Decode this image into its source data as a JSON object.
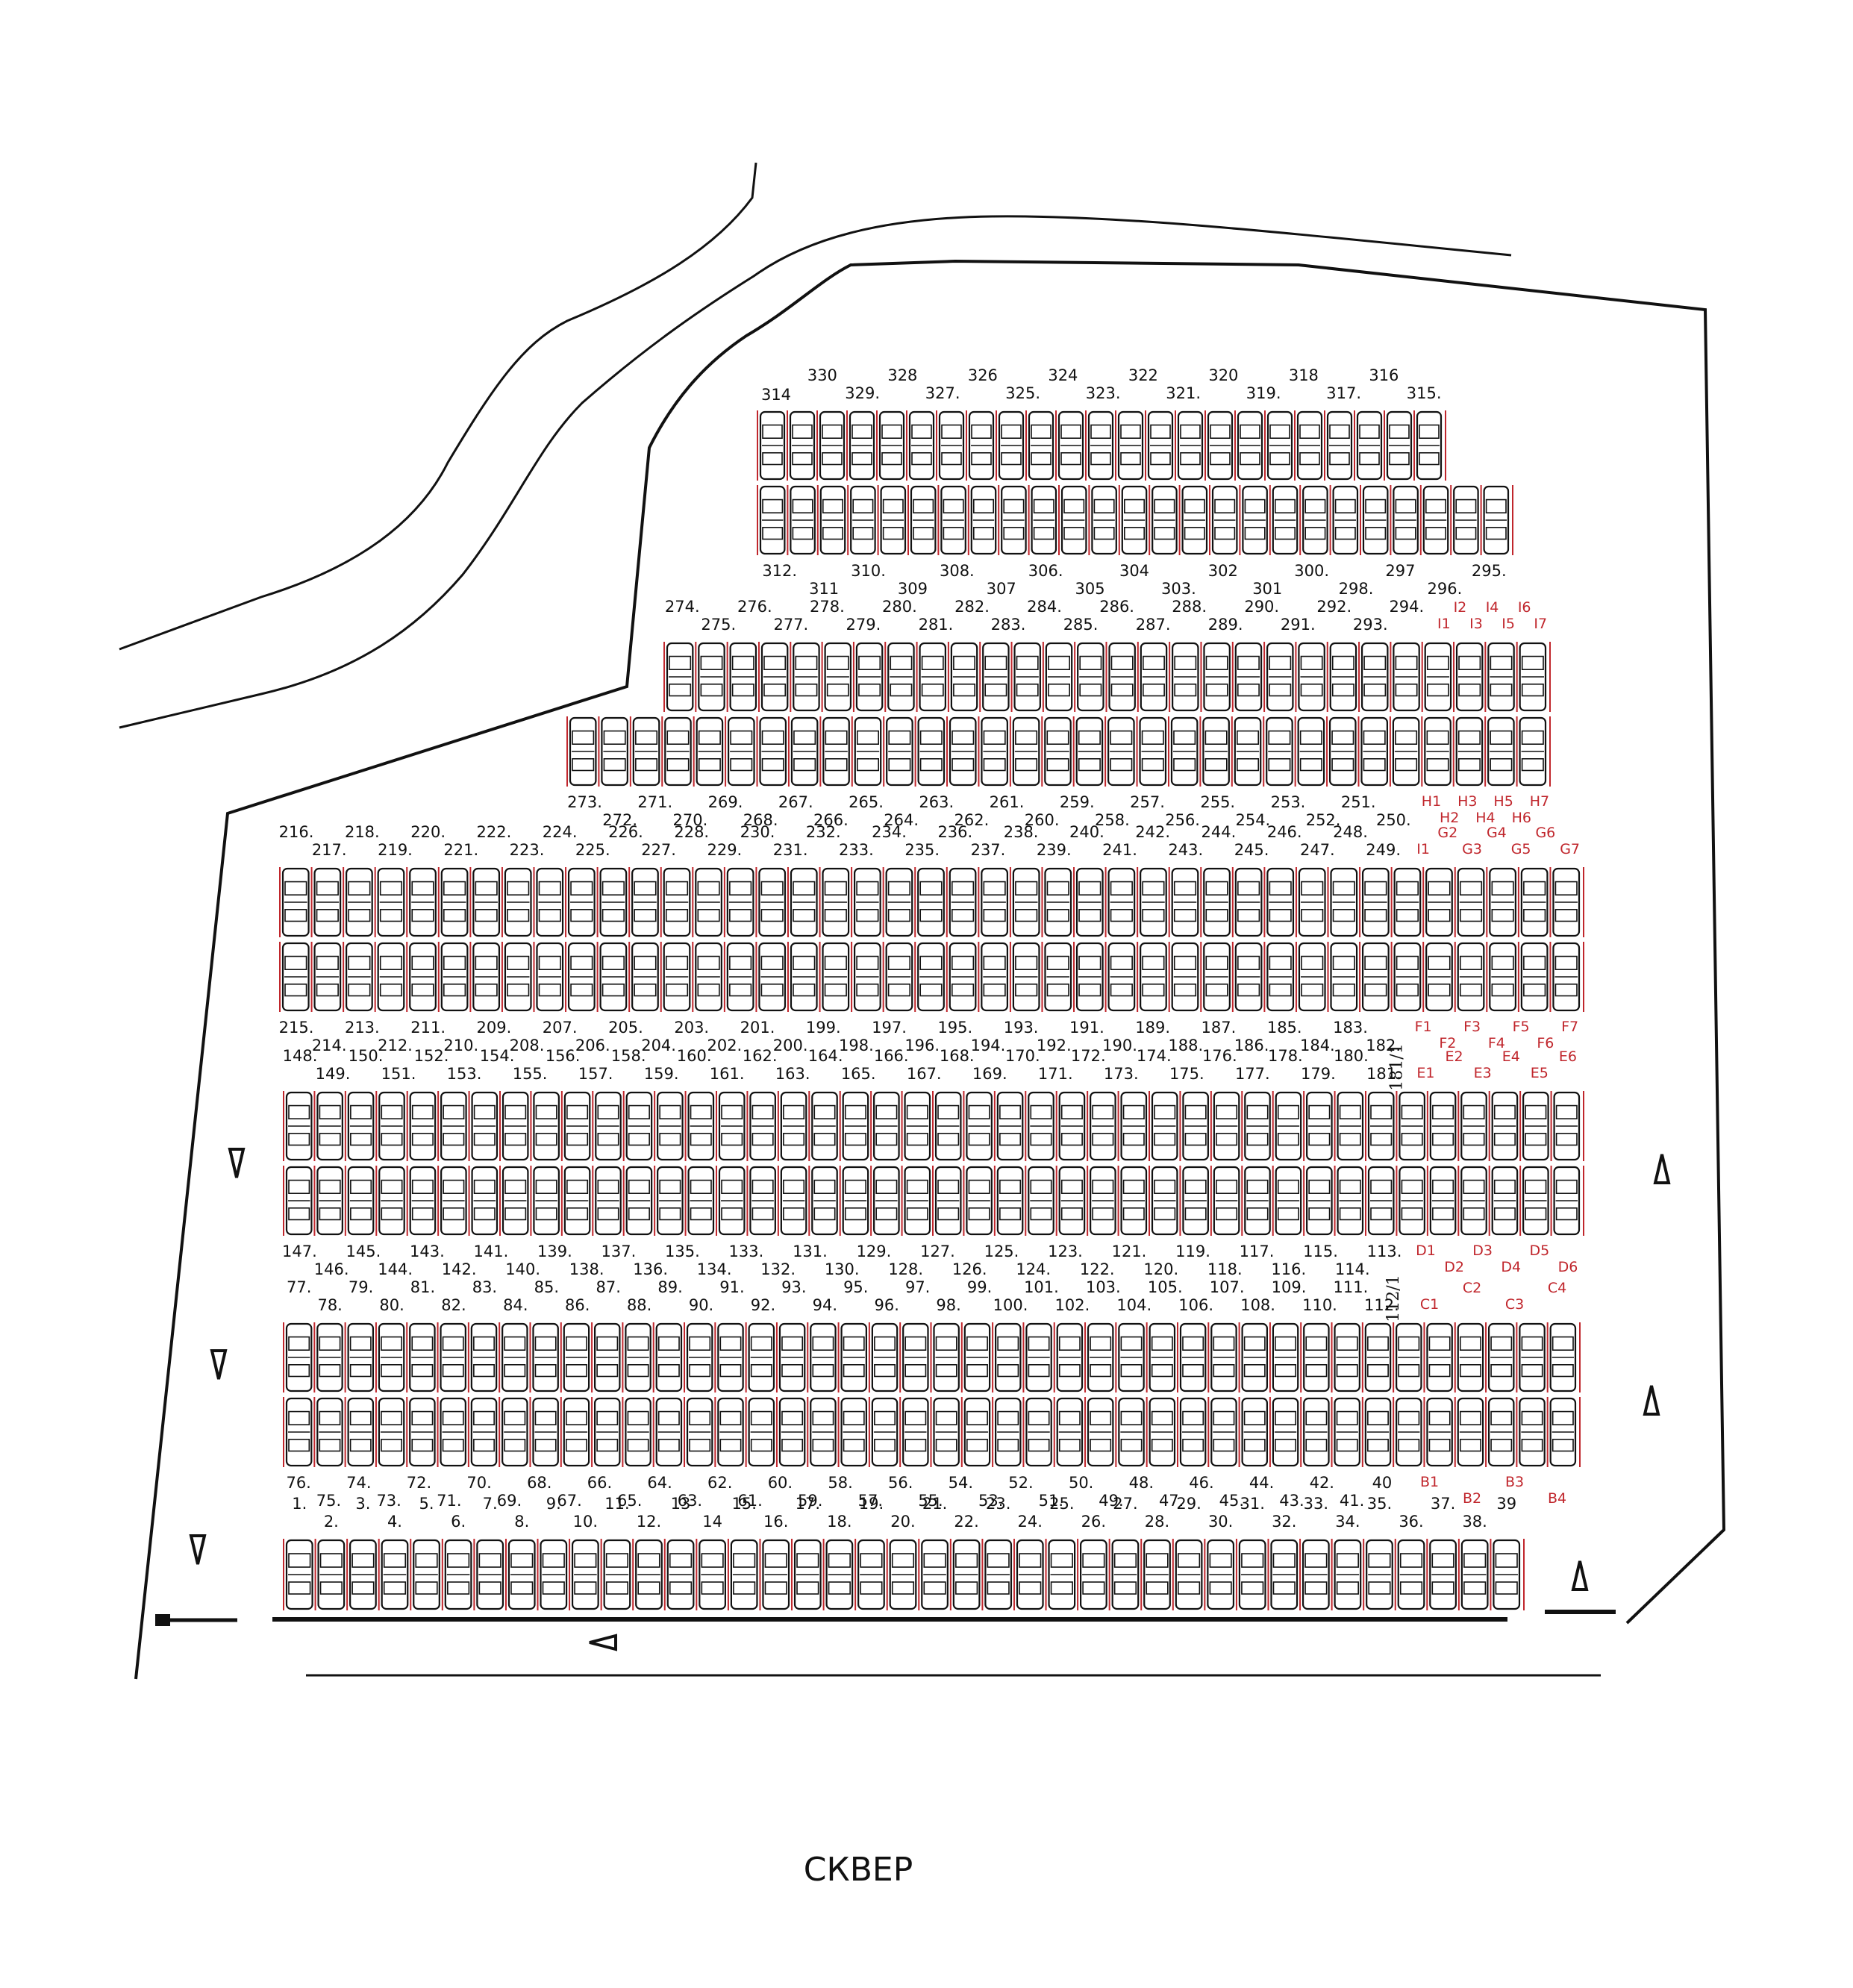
{
  "caption": "СКВЕР",
  "colors": {
    "outline": "#111111",
    "stall_marker": "#c0262c",
    "label": "#111111",
    "label_red": "#c0262c"
  },
  "rows": [
    {
      "id": "row-top-a",
      "slots": 23,
      "top_labels": [
        "330",
        "329.",
        "328",
        "327.",
        "326",
        "325.",
        "324",
        "323.",
        "322",
        "321.",
        "320",
        "319.",
        "318",
        "317.",
        "316",
        "315."
      ],
      "top_labels_left": [
        "314"
      ]
    },
    {
      "id": "row-top-b",
      "slots": 25,
      "bottom_labels": [
        "312.",
        "311",
        "310.",
        "309",
        "308.",
        "307",
        "306.",
        "305",
        "304",
        "303.",
        "302",
        "301",
        "300.",
        "298.",
        "297",
        "296.",
        "295."
      ]
    },
    {
      "id": "row-2a",
      "slots": 28,
      "top_labels": [
        "274.",
        "275.",
        "276.",
        "277.",
        "278.",
        "279.",
        "280.",
        "281.",
        "282.",
        "283.",
        "284.",
        "285.",
        "286.",
        "287.",
        "288.",
        "289.",
        "290.",
        "291.",
        "292.",
        "293.",
        "294."
      ],
      "red_top": [
        "I1",
        "I2",
        "I3",
        "I4",
        "I5",
        "I6",
        "I7"
      ]
    },
    {
      "id": "row-2b",
      "slots": 31,
      "bottom_labels": [
        "273.",
        "272.",
        "271.",
        "270.",
        "269.",
        "268.",
        "267.",
        "266.",
        "265.",
        "264.",
        "263.",
        "262.",
        "261.",
        "260.",
        "259.",
        "258.",
        "257.",
        "256.",
        "255.",
        "254.",
        "253.",
        "252.",
        "251.",
        "250."
      ],
      "red_bottom": [
        "H1",
        "H2",
        "H3",
        "H4",
        "H5",
        "H6",
        "H7"
      ]
    },
    {
      "id": "row-3a",
      "slots": 41,
      "top_labels": [
        "216.",
        "217.",
        "218.",
        "219.",
        "220.",
        "221.",
        "222.",
        "223.",
        "224.",
        "225.",
        "226.",
        "227.",
        "228.",
        "229.",
        "230.",
        "231.",
        "232.",
        "233.",
        "234.",
        "235.",
        "236.",
        "237.",
        "238.",
        "239.",
        "240.",
        "241.",
        "242.",
        "243.",
        "244.",
        "245.",
        "246.",
        "247.",
        "248.",
        "249."
      ],
      "red_top": [
        "I1",
        "G2",
        "G3",
        "G4",
        "G5",
        "G6",
        "G7"
      ]
    },
    {
      "id": "row-3b",
      "slots": 41,
      "bottom_labels": [
        "215.",
        "214.",
        "213.",
        "212.",
        "211.",
        "210.",
        "209.",
        "208.",
        "207.",
        "206.",
        "205.",
        "204.",
        "203.",
        "202.",
        "201.",
        "200.",
        "199.",
        "198.",
        "197.",
        "196.",
        "195.",
        "194.",
        "193.",
        "192.",
        "191.",
        "190.",
        "189.",
        "188.",
        "187.",
        "186.",
        "185.",
        "184.",
        "183.",
        "182."
      ],
      "red_bottom": [
        "F1",
        "F2",
        "F3",
        "F4",
        "F5",
        "F6",
        "F7"
      ]
    },
    {
      "id": "row-4a",
      "slots": 42,
      "top_labels": [
        "148.",
        "149.",
        "150.",
        "151.",
        "152.",
        "153.",
        "154.",
        "155.",
        "156.",
        "157.",
        "158.",
        "159.",
        "160.",
        "161.",
        "162.",
        "163.",
        "164.",
        "165.",
        "166.",
        "167.",
        "168.",
        "169.",
        "170.",
        "171.",
        "172.",
        "173.",
        "174.",
        "175.",
        "176.",
        "177.",
        "178.",
        "179.",
        "180.",
        "181."
      ],
      "red_top": [
        "E1",
        "E2",
        "E3",
        "E4",
        "E5",
        "E6"
      ],
      "vertical_label": "181/1"
    },
    {
      "id": "row-4b",
      "slots": 42,
      "bottom_labels": [
        "147.",
        "146.",
        "145.",
        "144.",
        "143.",
        "142.",
        "141.",
        "140.",
        "139.",
        "138.",
        "137.",
        "136.",
        "135.",
        "134.",
        "133.",
        "132.",
        "131.",
        "130.",
        "129.",
        "128.",
        "127.",
        "126.",
        "125.",
        "124.",
        "123.",
        "122.",
        "121.",
        "120.",
        "119.",
        "118.",
        "117.",
        "116.",
        "115.",
        "114.",
        "113."
      ],
      "red_bottom": [
        "D1",
        "D2",
        "D3",
        "D4",
        "D5",
        "D6"
      ]
    },
    {
      "id": "row-5a",
      "slots": 42,
      "top_labels": [
        "77.",
        "78.",
        "79.",
        "80.",
        "81.",
        "82.",
        "83.",
        "84.",
        "85.",
        "86.",
        "87.",
        "88.",
        "89.",
        "90.",
        "91.",
        "92.",
        "93.",
        "94.",
        "95.",
        "96.",
        "97.",
        "98.",
        "99.",
        "100.",
        "101.",
        "102.",
        "103.",
        "104.",
        "105.",
        "106.",
        "107.",
        "108.",
        "109.",
        "110.",
        "111.",
        "112."
      ],
      "red_top": [
        "C1",
        "C2",
        "C3",
        "C4"
      ],
      "vertical_label": "112/1"
    },
    {
      "id": "row-5b",
      "slots": 42,
      "bottom_labels": [
        "76.",
        "75.",
        "74.",
        "73.",
        "72.",
        "71.",
        "70.",
        "69.",
        "68.",
        "67.",
        "66.",
        "65.",
        "64.",
        "63.",
        "62.",
        "61.",
        "60.",
        "59.",
        "58.",
        "57.",
        "56.",
        "55.",
        "54.",
        "53.",
        "52.",
        "51.",
        "50.",
        "49.",
        "48.",
        "47.",
        "46.",
        "45.",
        "44.",
        "43.",
        "42.",
        "41.",
        "40"
      ],
      "red_bottom": [
        "B1",
        "B2",
        "B3",
        "B4"
      ]
    },
    {
      "id": "row-6",
      "slots": 39,
      "top_labels": [
        "1.",
        "2.",
        "3.",
        "4.",
        "5.",
        "6.",
        "7.",
        "8.",
        "9.",
        "10.",
        "11.",
        "12.",
        "13",
        "14",
        "15.",
        "16.",
        "17.",
        "18.",
        "19.",
        "20.",
        "21.",
        "22.",
        "23.",
        "24.",
        "25.",
        "26.",
        "27.",
        "28.",
        "29.",
        "30.",
        "31.",
        "32.",
        "33.",
        "34.",
        "35.",
        "36.",
        "37.",
        "38.",
        "39"
      ]
    }
  ]
}
